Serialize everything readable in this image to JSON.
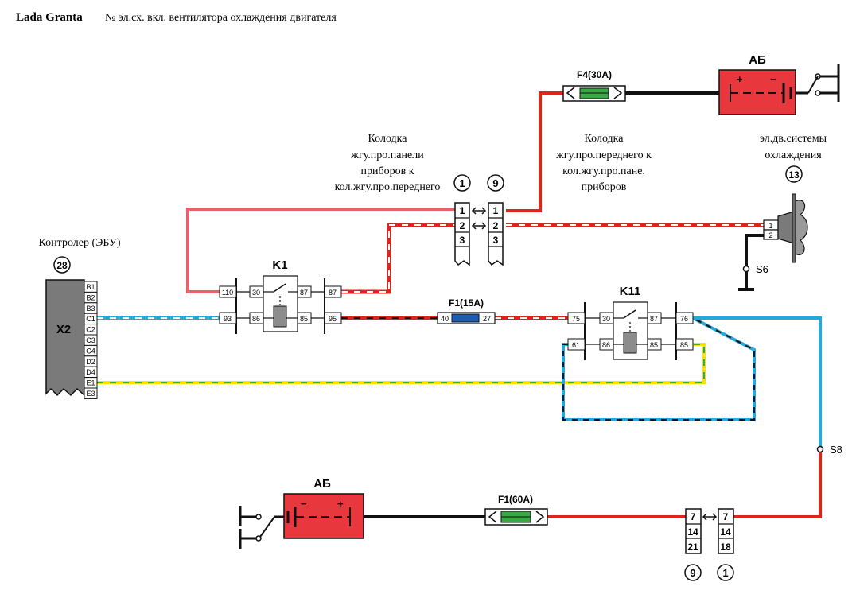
{
  "header": {
    "model": "Lada Granta",
    "subtitle": "№ эл.сх. вкл. вентилятора охлаждения двигателя"
  },
  "colors": {
    "red": "#e2231a",
    "pink": "#e8606a",
    "black": "#111111",
    "cyan": "#27a8dc",
    "yellow": "#f2e600",
    "green": "#3aa845",
    "blue": "#1e5db0"
  },
  "connector_left": {
    "label_lines": [
      "Колодка",
      "жгу.про.панели",
      "приборов к",
      "кол.жгу.про.переднего"
    ],
    "number": "1",
    "pins": [
      "1",
      "2",
      "3"
    ]
  },
  "connector_right": {
    "label_lines": [
      "Колодка",
      "жгу.про.переднего к",
      "кол.жгу.про.пане.",
      "приборов"
    ],
    "number": "9",
    "pins": [
      "1",
      "2",
      "3"
    ]
  },
  "battery_top": {
    "label": "АБ",
    "plus": "+",
    "minus": "−"
  },
  "battery_bottom": {
    "label": "АБ",
    "plus": "+",
    "minus": "−"
  },
  "fuse_f4": {
    "label": "F4(30A)"
  },
  "fuse_f1_15": {
    "label": "F1(15A)",
    "pin_in": "40",
    "pin_out": "27"
  },
  "fuse_f1_60": {
    "label": "F1(60A)"
  },
  "fan": {
    "label_lines": [
      "эл.дв.системы",
      "охлаждения"
    ],
    "number": "13",
    "pins": [
      "1",
      "2"
    ],
    "ground": "S6"
  },
  "ecu": {
    "label": "Контролер (ЭБУ)",
    "number": "28",
    "connector": "X2",
    "pins": [
      "B1",
      "B2",
      "B3",
      "C1",
      "C2",
      "C3",
      "C4",
      "D2",
      "D4",
      "E1",
      "E3"
    ]
  },
  "relay_k1": {
    "label": "K1",
    "left_pins": [
      "110",
      "93"
    ],
    "coil_pins_top": [
      "30",
      "87"
    ],
    "coil_pins_bottom": [
      "86",
      "85"
    ],
    "right_pins": [
      "87",
      "95"
    ]
  },
  "relay_k11": {
    "label": "K11",
    "left_pins": [
      "75",
      "61"
    ],
    "inner_top": [
      "30",
      "87"
    ],
    "inner_bottom": [
      "86",
      "85"
    ],
    "right_pins": [
      "76",
      "85"
    ]
  },
  "splice_s8": "S8",
  "bottom_connectors": {
    "left": {
      "pins": [
        "7",
        "14",
        "21"
      ],
      "number": "9"
    },
    "right": {
      "pins": [
        "7",
        "14",
        "18"
      ],
      "number": "1"
    }
  }
}
